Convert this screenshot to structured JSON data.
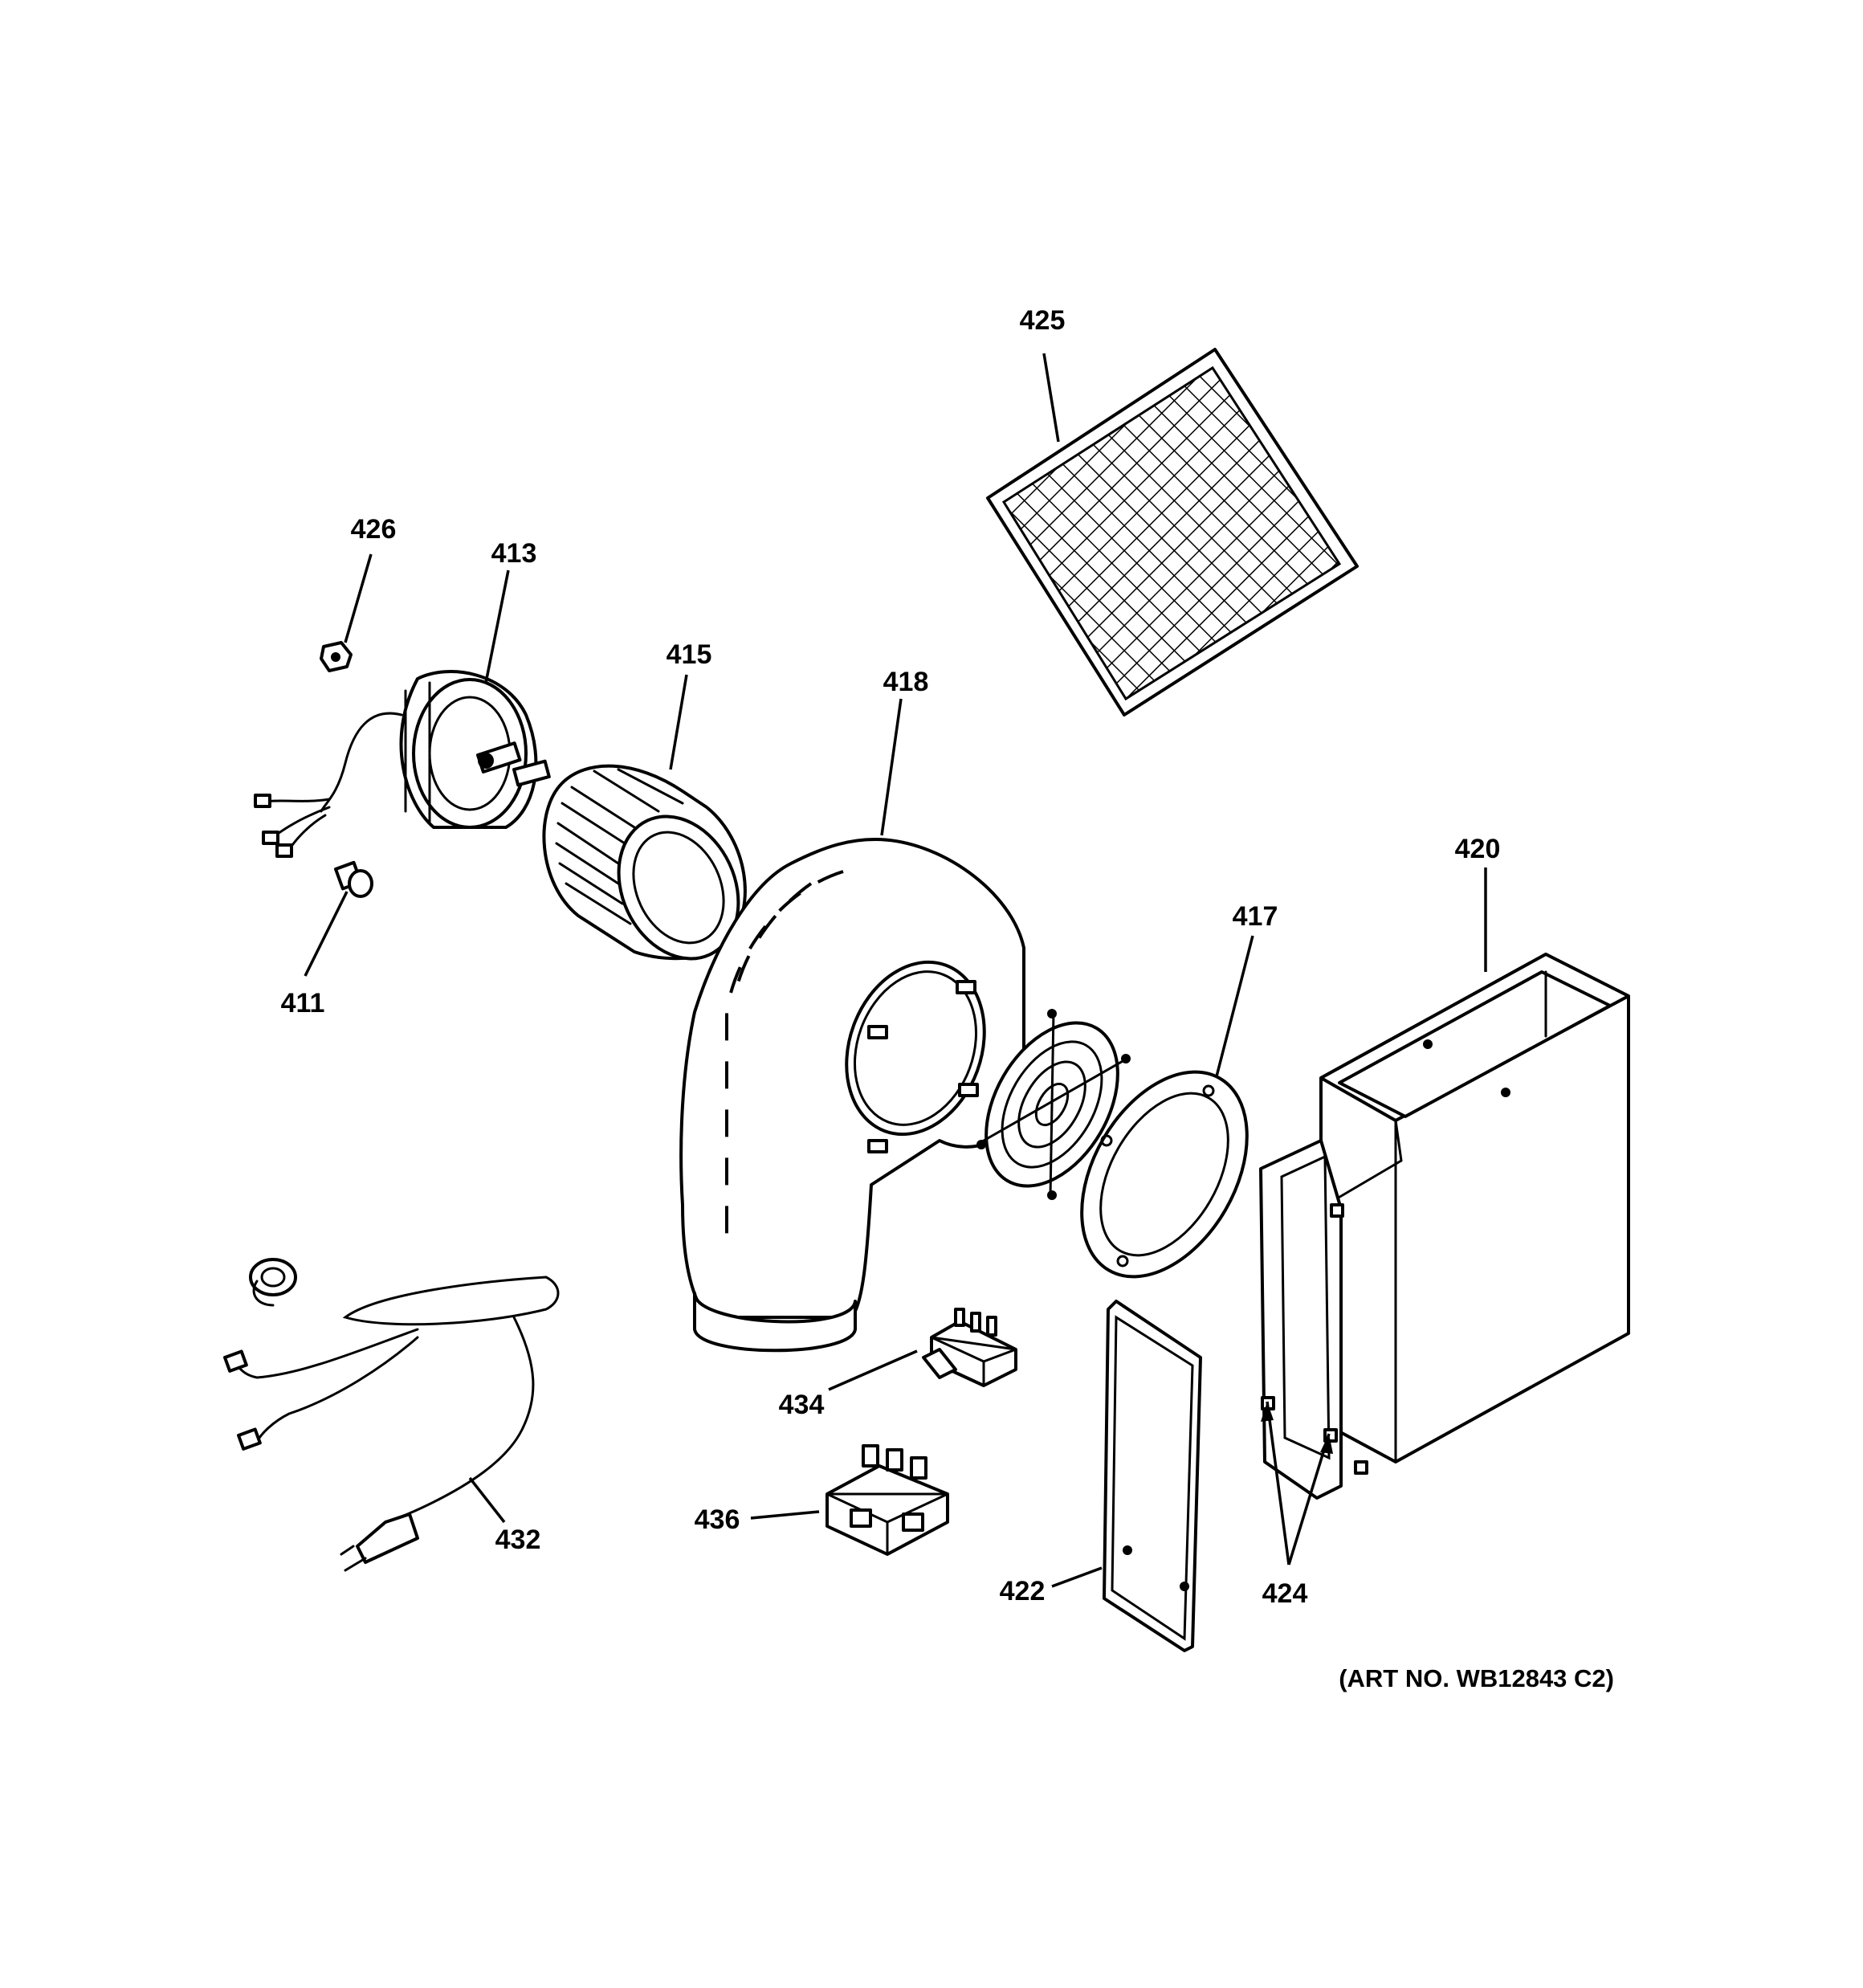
{
  "diagram": {
    "callouts": [
      {
        "id": "p425",
        "text": "425"
      },
      {
        "id": "p426",
        "text": "426"
      },
      {
        "id": "p413",
        "text": "413"
      },
      {
        "id": "p415",
        "text": "415"
      },
      {
        "id": "p418",
        "text": "418"
      },
      {
        "id": "p420",
        "text": "420"
      },
      {
        "id": "p417",
        "text": "417"
      },
      {
        "id": "p411",
        "text": "411"
      },
      {
        "id": "p434",
        "text": "434"
      },
      {
        "id": "p436",
        "text": "436"
      },
      {
        "id": "p432",
        "text": "432"
      },
      {
        "id": "p422",
        "text": "422"
      },
      {
        "id": "p424",
        "text": "424"
      }
    ],
    "art_number": "(ART NO. WB12843 C2)"
  }
}
